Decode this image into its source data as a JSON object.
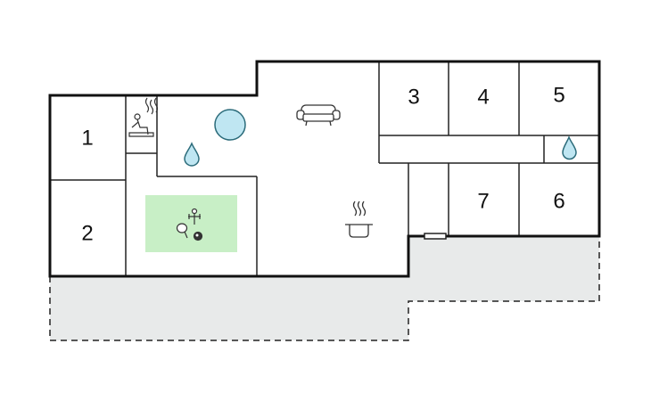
{
  "rooms": [
    {
      "label": "1"
    },
    {
      "label": "2"
    },
    {
      "label": "3"
    },
    {
      "label": "4"
    },
    {
      "label": "5"
    },
    {
      "label": "6"
    },
    {
      "label": "7"
    }
  ],
  "icons": {
    "sauna": "sauna-icon",
    "spa": "hot-tub-icon",
    "bathroom": "water-drop-icon",
    "living": "sofa-icon",
    "kitchen": "cooking-pot-icon",
    "activity": "table-tennis-and-foosball-icon"
  },
  "colors": {
    "wall": "#111111",
    "terrace": "#e8eaea",
    "activity_area": "#c8efc6",
    "water": "#bfe6f2",
    "water_stroke": "#2b6b7a"
  }
}
